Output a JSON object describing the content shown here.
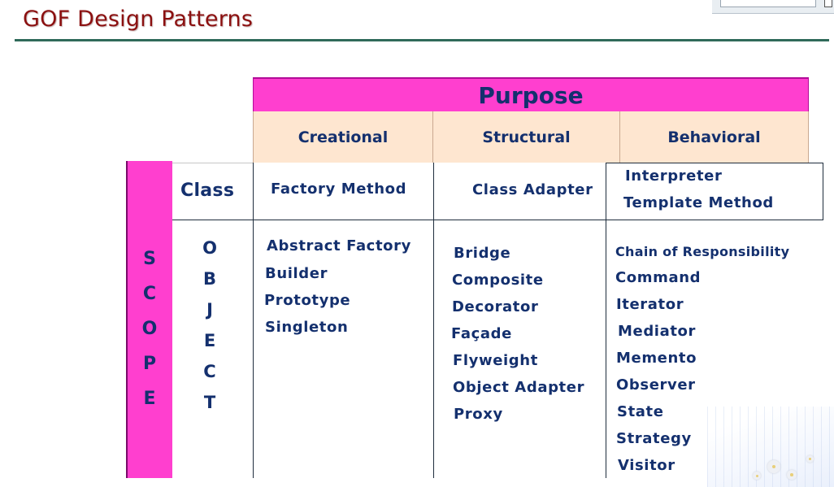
{
  "title": "GOF Design Patterns",
  "purpose": "Purpose",
  "categories": [
    "Creational",
    "Structural",
    "Behavioral"
  ],
  "scope_label": [
    "S",
    "C",
    "O",
    "P",
    "E"
  ],
  "class_label": "Class",
  "object_label": [
    "O",
    "B",
    "J",
    "E",
    "C",
    "T"
  ],
  "class_row": {
    "creational": "Factory Method",
    "structural": "Class Adapter",
    "behavioral": [
      "Interpreter",
      "Template Method"
    ]
  },
  "object_row": {
    "creational": [
      "Abstract Factory",
      "Builder",
      "Prototype",
      "Singleton"
    ],
    "structural": [
      "Bridge",
      "Composite",
      "Decorator",
      "Façade",
      "Flyweight",
      "Object Adapter",
      "Proxy"
    ],
    "behavioral": [
      "Chain of Responsibility",
      "Command",
      "Iterator",
      "Mediator",
      "Memento",
      "Observer",
      "State",
      "Strategy",
      "Visitor"
    ]
  },
  "colors": {
    "title": "#8b1010",
    "accent_pink": "#ff3fcf",
    "header_peach": "#fee6d0",
    "text_navy": "#14306e",
    "rule_green": "#2f6a5a"
  }
}
